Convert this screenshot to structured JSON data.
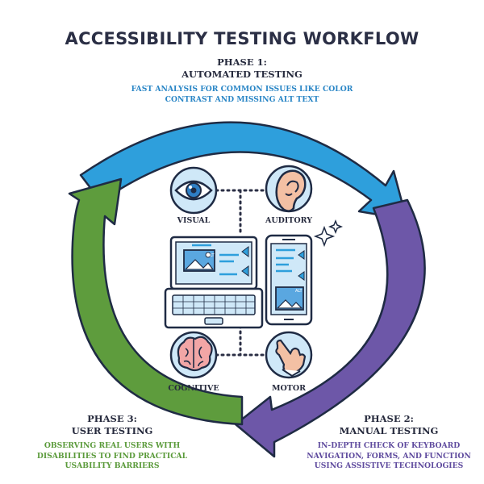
{
  "title": "ACCESSIBILITY TESTING WORKFLOW",
  "phase1": {
    "title_line1": "PHASE 1:",
    "title_line2": "AUTOMATED TESTING",
    "desc_line1": "FAST ANALYSIS FOR COMMON ISSUES LIKE COLOR",
    "desc_line2": "CONTRAST AND MISSING ALT TEXT"
  },
  "phase2": {
    "title_line1": "PHASE 2:",
    "title_line2": "MANUAL TESTING",
    "desc_line1": "IN-DEPTH CHECK OF KEYBOARD",
    "desc_line2": "NAVIGATION, FORMS, AND FUNCTION",
    "desc_line3": "USING ASSISTIVE TECHNOLOGIES"
  },
  "phase3": {
    "title_line1": "PHASE 3:",
    "title_line2": "USER TESTING",
    "desc_line1": "OBSERVING REAL USERS WITH",
    "desc_line2": "DISABILITIES TO FIND PRACTICAL",
    "desc_line3": "USABILITY BARRIERS"
  },
  "categories": {
    "visual": "VISUAL",
    "auditory": "AUDITORY",
    "cognitive": "COGNITIVE",
    "motor": "MOTOR"
  },
  "alt_tag": "ALT",
  "icons": {
    "visual": "eye-icon",
    "auditory": "ear-icon",
    "cognitive": "brain-icon",
    "motor": "hand-pointer-icon",
    "laptop": "laptop-icon",
    "phone": "phone-icon"
  },
  "colors": {
    "phase1_arrow": "#2e9fdc",
    "phase2_arrow": "#6d57a8",
    "phase3_arrow": "#5e9c3d",
    "text_dark": "#262a3d"
  }
}
